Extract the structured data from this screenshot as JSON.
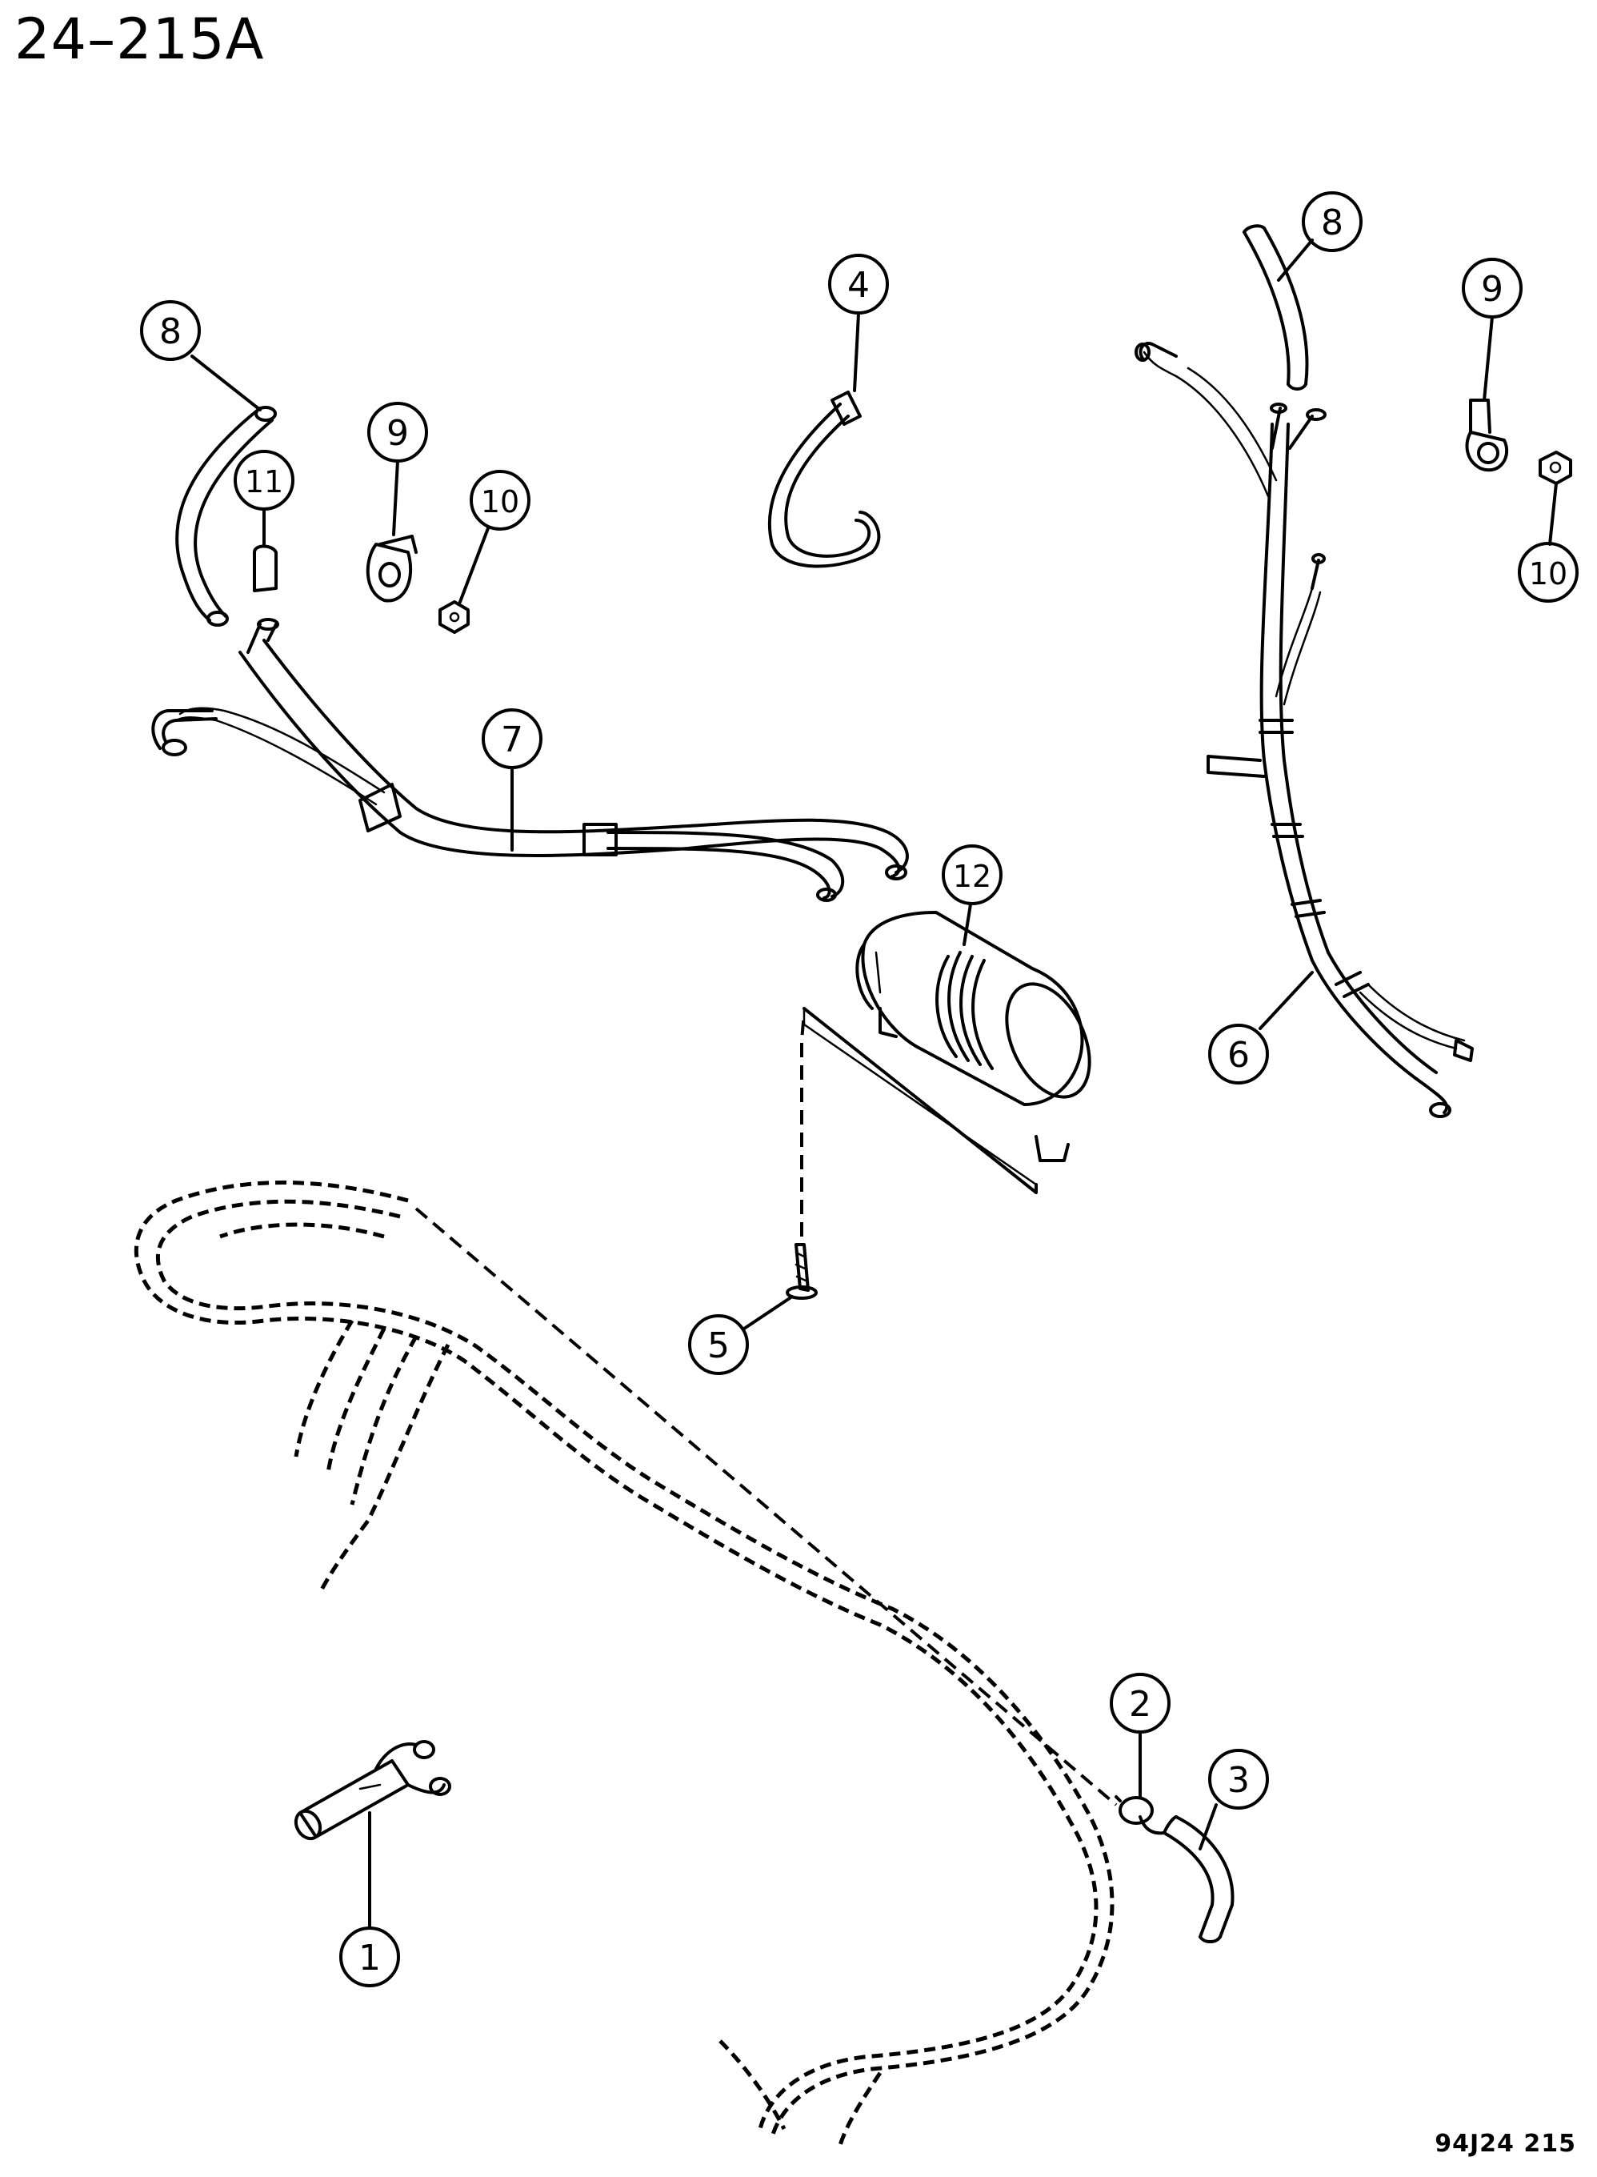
{
  "title": "24–215A",
  "diagram_code": "94J24 215",
  "callouts": [
    {
      "id": "1",
      "label": "1"
    },
    {
      "id": "2",
      "label": "2"
    },
    {
      "id": "3",
      "label": "3"
    },
    {
      "id": "4",
      "label": "4"
    },
    {
      "id": "5",
      "label": "5"
    },
    {
      "id": "6",
      "label": "6"
    },
    {
      "id": "7",
      "label": "7"
    },
    {
      "id": "8a",
      "label": "8"
    },
    {
      "id": "8b",
      "label": "8"
    },
    {
      "id": "9a",
      "label": "9"
    },
    {
      "id": "9b",
      "label": "9"
    },
    {
      "id": "10a",
      "label": "10"
    },
    {
      "id": "10b",
      "label": "10"
    },
    {
      "id": "11",
      "label": "11"
    },
    {
      "id": "12",
      "label": "12"
    }
  ]
}
